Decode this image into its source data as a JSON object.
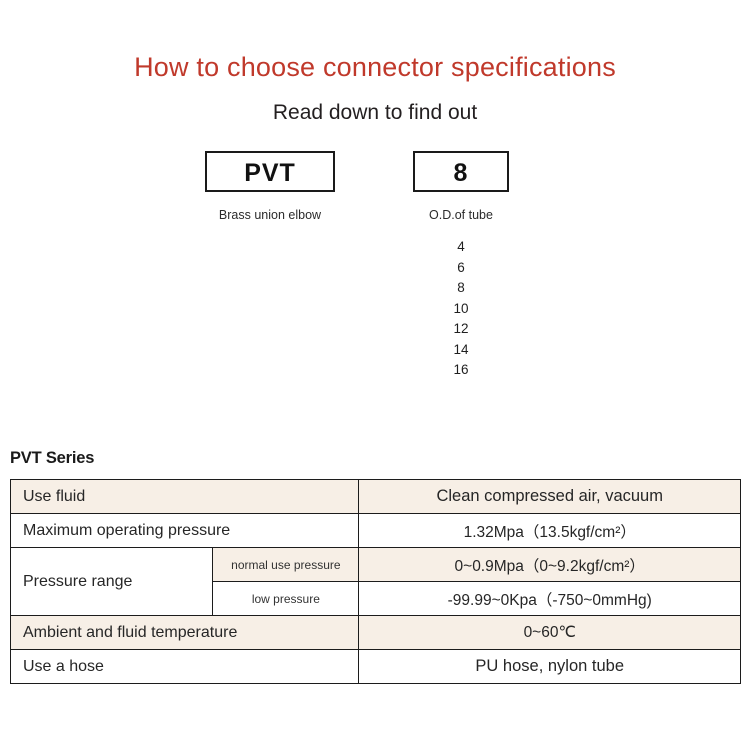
{
  "header": {
    "title": "How to choose connector specifications",
    "subtitle": "Read down to find out",
    "title_color": "#c0392b"
  },
  "selector": {
    "columns": [
      {
        "code": "PVT",
        "caption": "Brass union elbow",
        "options": []
      },
      {
        "code": "8",
        "caption": "O.D.of tube",
        "options": [
          "4",
          "6",
          "8",
          "10",
          "12",
          "14",
          "16"
        ]
      }
    ]
  },
  "spec": {
    "heading": "PVT Series",
    "rows": [
      {
        "label": "Use fluid",
        "value": "Clean compressed air, vacuum"
      },
      {
        "label": "Maximum operating pressure",
        "value": "1.32Mpa（13.5kgf/cm²）"
      },
      {
        "label": "Pressure range",
        "sub": [
          {
            "sublabel": "normal use pressure",
            "value": "0~0.9Mpa（0~9.2kgf/cm²）"
          },
          {
            "sublabel": "low pressure",
            "value": "-99.99~0Kpa（-750~0mmHg)"
          }
        ]
      },
      {
        "label": "Ambient and fluid temperature",
        "value": "0~60℃"
      },
      {
        "label": "Use a hose",
        "value": "PU hose, nylon tube"
      }
    ]
  },
  "colors": {
    "accent_red": "#c0392b",
    "row_beige": "#f7efe6",
    "border": "#1c1c1c",
    "text": "#231f20"
  }
}
